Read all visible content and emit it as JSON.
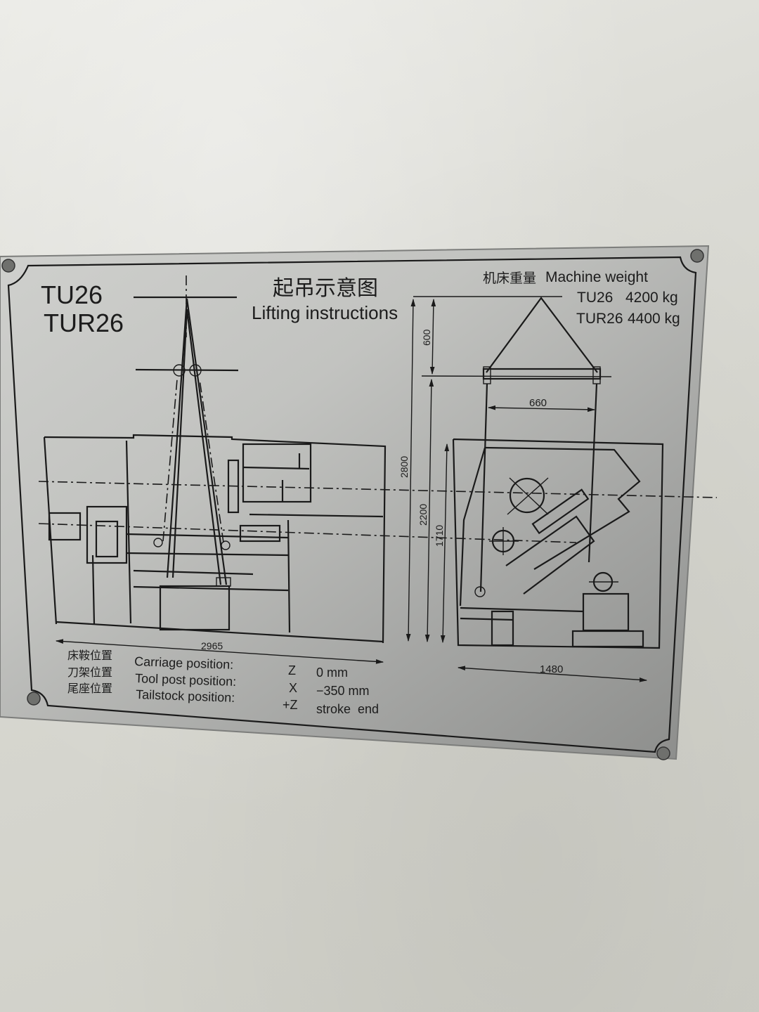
{
  "plate": {
    "models": [
      "TU26",
      "TUR26"
    ],
    "title_cn": "起吊示意图",
    "title_en": "Lifting instructions",
    "weight_cn": "机床重量",
    "weight_en": "Machine weight",
    "weights": [
      {
        "model": "TU26",
        "value": "4200 kg"
      },
      {
        "model": "TUR26",
        "value": "4400 kg"
      }
    ],
    "dimensions": {
      "length": "2965",
      "width": "1480",
      "beam_spacing": "660",
      "sling_height": "600",
      "total_height": "2800",
      "beam_height": "2200",
      "machine_height": "1710"
    },
    "positions": [
      {
        "label_cn": "床鞍位置",
        "label_en": "Carriage position:",
        "axis": "Z",
        "value": "0 mm"
      },
      {
        "label_cn": "刀架位置",
        "label_en": "Tool post position:",
        "axis": "X",
        "value": "−350 mm"
      },
      {
        "label_cn": "尾座位置",
        "label_en": "Tailstock position:",
        "axis": "+Z",
        "value": "stroke  end"
      }
    ]
  },
  "colors": {
    "plate": "#a9aaa8",
    "plate_light": "#c9cac7",
    "ink": "#1a1a1a",
    "wall": "#dcdcd6"
  }
}
